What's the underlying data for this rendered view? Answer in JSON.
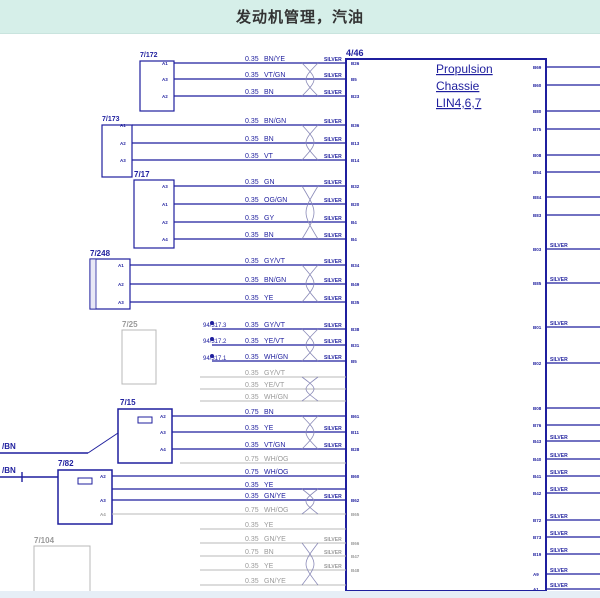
{
  "title": "发动机管理，汽油",
  "ecu": {
    "label": "4/46",
    "text_lines": [
      "Propulsion",
      "Chassie",
      "LIN4,6,7"
    ]
  },
  "connectors": {
    "c7_172": "7/172",
    "c7_173": "7/173",
    "c7_17": "7/17",
    "c7_248": "7/248",
    "c7_25": "7/25",
    "c7_15": "7/15",
    "c7_82": "7/82",
    "c7_104": "7/104"
  },
  "left_labels": [
    "/BN",
    "/BN"
  ],
  "splices": [
    "94/317.3",
    "94/317.2",
    "94/317.1"
  ],
  "wires": [
    {
      "gauge": "0.35",
      "color": "BN/YE",
      "shield": "SILVER",
      "pin": "B26",
      "pinL": "A1",
      "style": "blue"
    },
    {
      "gauge": "0.35",
      "color": "VT/GN",
      "shield": "SILVER",
      "pin": "B5",
      "pinL": "A3",
      "style": "blue"
    },
    {
      "gauge": "0.35",
      "color": "BN",
      "shield": "SILVER",
      "pin": "B23",
      "pinL": "A2",
      "style": "blue"
    },
    {
      "gauge": "0.35",
      "color": "BN/GN",
      "shield": "SILVER",
      "pin": "B36",
      "pinL": "A1",
      "style": "blue"
    },
    {
      "gauge": "0.35",
      "color": "BN",
      "shield": "SILVER",
      "pin": "B13",
      "pinL": "A2",
      "style": "blue"
    },
    {
      "gauge": "0.35",
      "color": "VT",
      "shield": "SILVER",
      "pin": "B14",
      "pinL": "A3",
      "style": "blue"
    },
    {
      "gauge": "0.35",
      "color": "GN",
      "shield": "SILVER",
      "pin": "B32",
      "pinL": "A3",
      "style": "blue"
    },
    {
      "gauge": "0.35",
      "color": "OG/GN",
      "shield": "SILVER",
      "pin": "B20",
      "pinL": "A1",
      "style": "blue"
    },
    {
      "gauge": "0.35",
      "color": "GY",
      "shield": "SILVER",
      "pin": "B4",
      "pinL": "A2",
      "style": "blue"
    },
    {
      "gauge": "0.35",
      "color": "BN",
      "shield": "SILVER",
      "pin": "B4",
      "pinL": "A4",
      "style": "blue"
    },
    {
      "gauge": "0.35",
      "color": "GY/VT",
      "shield": "SILVER",
      "pin": "B34",
      "pinL": "A1",
      "style": "blue"
    },
    {
      "gauge": "0.35",
      "color": "BN/GN",
      "shield": "SILVER",
      "pin": "B49",
      "pinL": "A2",
      "style": "blue"
    },
    {
      "gauge": "0.35",
      "color": "YE",
      "shield": "SILVER",
      "pin": "B35",
      "pinL": "A3",
      "style": "blue"
    },
    {
      "gauge": "0.35",
      "color": "GY/VT",
      "shield": "SILVER",
      "pin": "B38",
      "pinL": "",
      "style": "blue"
    },
    {
      "gauge": "0.35",
      "color": "YE/VT",
      "shield": "SILVER",
      "pin": "B31",
      "pinL": "",
      "style": "blue"
    },
    {
      "gauge": "0.35",
      "color": "WH/GN",
      "shield": "SILVER",
      "pin": "B5",
      "pinL": "",
      "style": "blue"
    },
    {
      "gauge": "0.35",
      "color": "GY/VT",
      "shield": "",
      "pin": "",
      "pinL": "",
      "style": "grey"
    },
    {
      "gauge": "0.35",
      "color": "YE/VT",
      "shield": "",
      "pin": "",
      "pinL": "",
      "style": "grey"
    },
    {
      "gauge": "0.35",
      "color": "WH/GN",
      "shield": "",
      "pin": "",
      "pinL": "",
      "style": "grey"
    },
    {
      "gauge": "0.75",
      "color": "BN",
      "shield": "",
      "pin": "B61",
      "pinL": "A2",
      "style": "blue"
    },
    {
      "gauge": "0.35",
      "color": "YE",
      "shield": "SILVER",
      "pin": "B11",
      "pinL": "A3",
      "style": "blue"
    },
    {
      "gauge": "0.35",
      "color": "VT/GN",
      "shield": "SILVER",
      "pin": "B28",
      "pinL": "A4",
      "style": "blue"
    },
    {
      "gauge": "0.75",
      "color": "WH/OG",
      "shield": "",
      "pin": "",
      "pinL": "",
      "style": "grey"
    },
    {
      "gauge": "0.75",
      "color": "WH/OG",
      "shield": "",
      "pin": "B60",
      "pinL": "A2",
      "style": "blue"
    },
    {
      "gauge": "0.35",
      "color": "YE",
      "shield": "",
      "pin": "",
      "pinL": "",
      "style": "blue"
    },
    {
      "gauge": "0.35",
      "color": "GN/YE",
      "shield": "SILVER",
      "pin": "B62",
      "pinL": "A3",
      "style": "blue"
    },
    {
      "gauge": "0.75",
      "color": "WH/OG",
      "shield": "",
      "pin": "B65",
      "pinL": "A4",
      "style": "grey"
    },
    {
      "gauge": "0.35",
      "color": "YE",
      "shield": "",
      "pin": "",
      "pinL": "",
      "style": "grey"
    },
    {
      "gauge": "0.35",
      "color": "GN/YE",
      "shield": "SILVER",
      "pin": "B66",
      "pinL": "",
      "style": "grey"
    },
    {
      "gauge": "0.75",
      "color": "BN",
      "shield": "SILVER",
      "pin": "B47",
      "pinL": "",
      "style": "grey"
    },
    {
      "gauge": "0.35",
      "color": "YE",
      "shield": "SILVER",
      "pin": "B48",
      "pinL": "",
      "style": "grey"
    },
    {
      "gauge": "0.35",
      "color": "GN/YE",
      "shield": "",
      "pin": "",
      "pinL": "",
      "style": "grey"
    }
  ],
  "right_pins": [
    {
      "pin": "B69",
      "shield": ""
    },
    {
      "pin": "B60",
      "shield": ""
    },
    {
      "pin": "B80",
      "shield": ""
    },
    {
      "pin": "B75",
      "shield": ""
    },
    {
      "pin": "B08",
      "shield": ""
    },
    {
      "pin": "B54",
      "shield": ""
    },
    {
      "pin": "B84",
      "shield": ""
    },
    {
      "pin": "B83",
      "shield": ""
    },
    {
      "pin": "B03",
      "shield": "SILVER"
    },
    {
      "pin": "B85",
      "shield": "SILVER"
    },
    {
      "pin": "B01",
      "shield": "SILVER"
    },
    {
      "pin": "B02",
      "shield": "SILVER"
    },
    {
      "pin": "B08",
      "shield": ""
    },
    {
      "pin": "B76",
      "shield": ""
    },
    {
      "pin": "B43",
      "shield": "SILVER"
    },
    {
      "pin": "B40",
      "shield": "SILVER"
    },
    {
      "pin": "B41",
      "shield": "SILVER"
    },
    {
      "pin": "B42",
      "shield": "SILVER"
    },
    {
      "pin": "B72",
      "shield": "SILVER"
    },
    {
      "pin": "B73",
      "shield": "SILVER"
    },
    {
      "pin": "B19",
      "shield": "SILVER"
    },
    {
      "pin": "A9",
      "shield": "SILVER"
    },
    {
      "pin": "A1",
      "shield": "SILVER"
    }
  ],
  "colors": {
    "wire": "#1f1f9e",
    "ghost": "#b8b8b8",
    "title_bg": "#d6efe9"
  }
}
